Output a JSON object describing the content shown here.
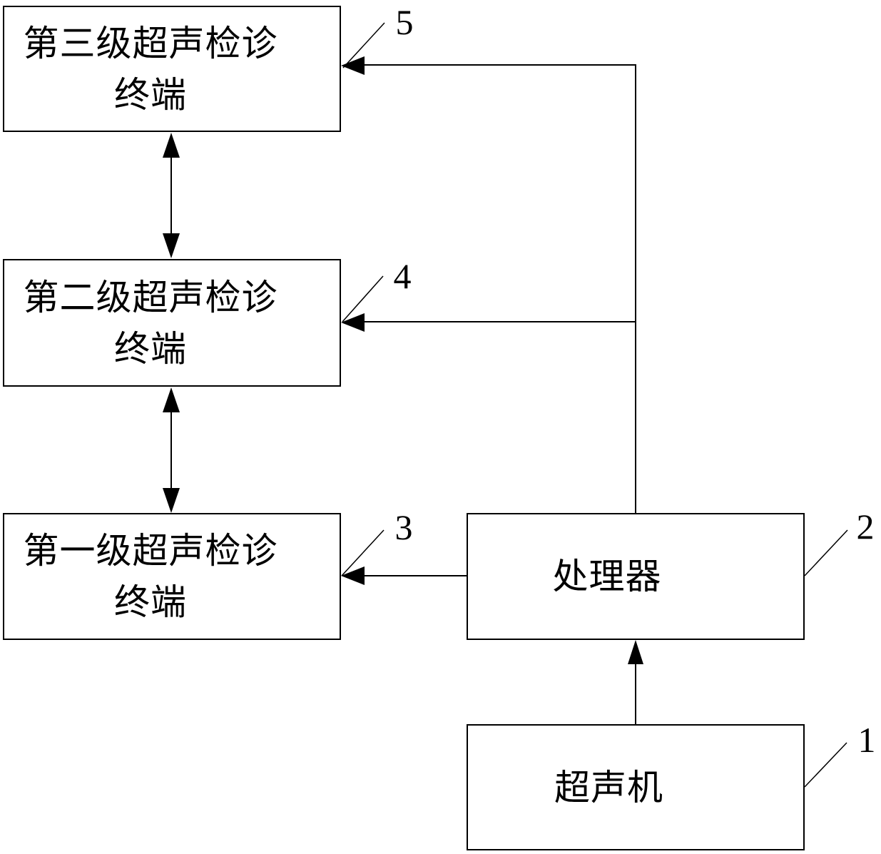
{
  "figure": {
    "background": "#ffffff",
    "ink_color": "#000000",
    "boxes": [
      {
        "name": "terminal-level-3",
        "text": "第三级超声检诊\n终端",
        "ref": "5"
      },
      {
        "name": "terminal-level-2",
        "text": "第二级超声检诊\n终端",
        "ref": "4"
      },
      {
        "name": "terminal-level-1",
        "text": "第一级超声检诊\n终端",
        "ref": "3"
      },
      {
        "name": "processor",
        "text": "处理器",
        "ref": "2"
      },
      {
        "name": "ultrasound-machine",
        "text": "超声机",
        "ref": "1"
      }
    ]
  }
}
